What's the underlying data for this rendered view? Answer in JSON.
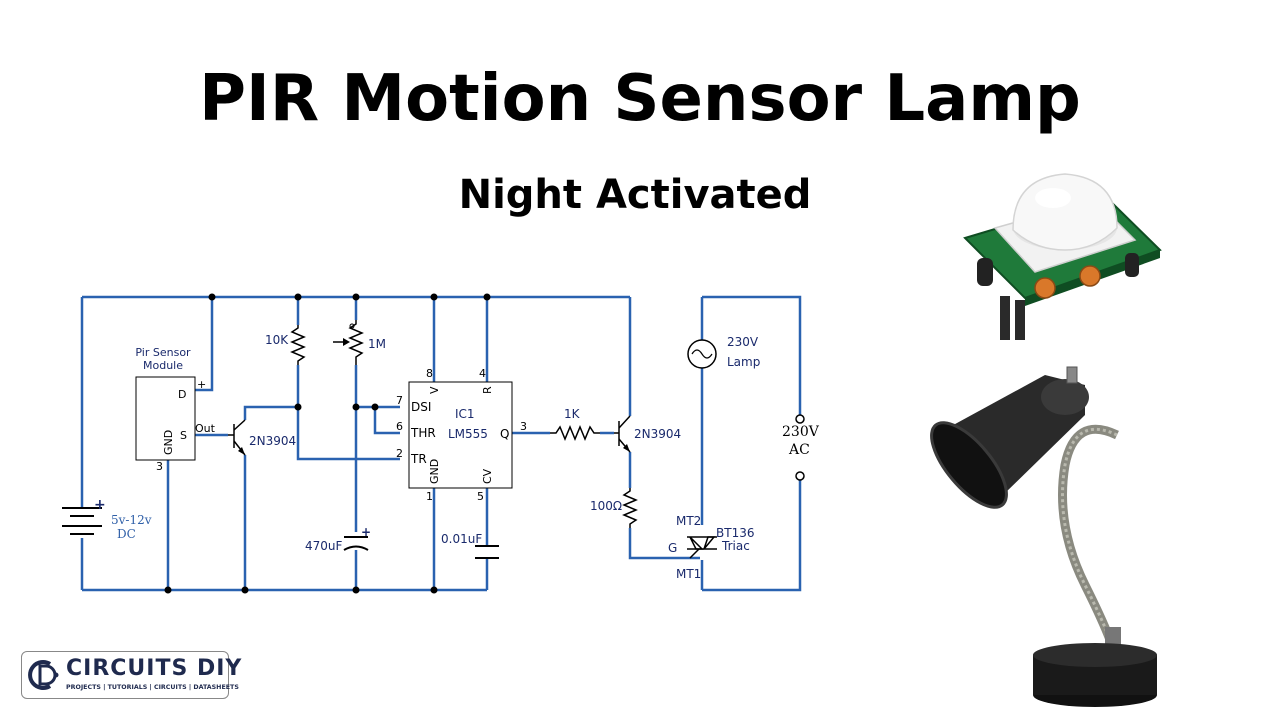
{
  "title": "PIR Motion Sensor Lamp",
  "subtitle": "Night Activated",
  "circuit": {
    "pir_module_line1": "Pir Sensor",
    "pir_module_line2": "Module",
    "pir_pin_d": "D",
    "pir_pin_plus": "+",
    "pir_pin_s": "S",
    "pir_pin_out": "Out",
    "pir_pin_gnd": "GND",
    "pir_pin_3": "3",
    "battery_plus": "+",
    "battery_voltage": "5v-12v",
    "battery_type": "DC",
    "q1_label": "2N3904",
    "r1_label": "10K",
    "pot_label": "1M",
    "cap1_label": "470uF",
    "cap1_plus": "+",
    "ic_name": "IC1",
    "ic_part": "LM555",
    "ic_pin_v": "V",
    "ic_pin_r": "R",
    "ic_pin_dsi": "DSI",
    "ic_pin_thr": "THR",
    "ic_pin_tr": "TR",
    "ic_pin_q": "Q",
    "ic_pin_gnd": "GND",
    "ic_pin_cv": "CV",
    "ic_num_8": "8",
    "ic_num_4": "4",
    "ic_num_7": "7",
    "ic_num_6": "6",
    "ic_num_2": "2",
    "ic_num_3": "3",
    "ic_num_1": "1",
    "ic_num_5": "5",
    "cap2_label": "0.01uF",
    "r2_label": "1K",
    "q2_label": "2N3904",
    "r3_label": "100Ω",
    "triac_mt2": "MT2",
    "triac_mt1": "MT1",
    "triac_g": "G",
    "triac_part": "BT136",
    "triac_type": "Triac",
    "lamp_voltage": "230V",
    "lamp_label": "Lamp",
    "ac_voltage": "230V",
    "ac_label": "AC"
  },
  "logo": {
    "name": "CIRCUITS DIY",
    "tagline": "PROJECTS | TUTORIALS | CIRCUITS | DATASHEETS"
  },
  "colors": {
    "wire": "#2a62b0",
    "component": "#000000",
    "label": "#1a2a6c",
    "logo_text": "#1f2a4e"
  }
}
